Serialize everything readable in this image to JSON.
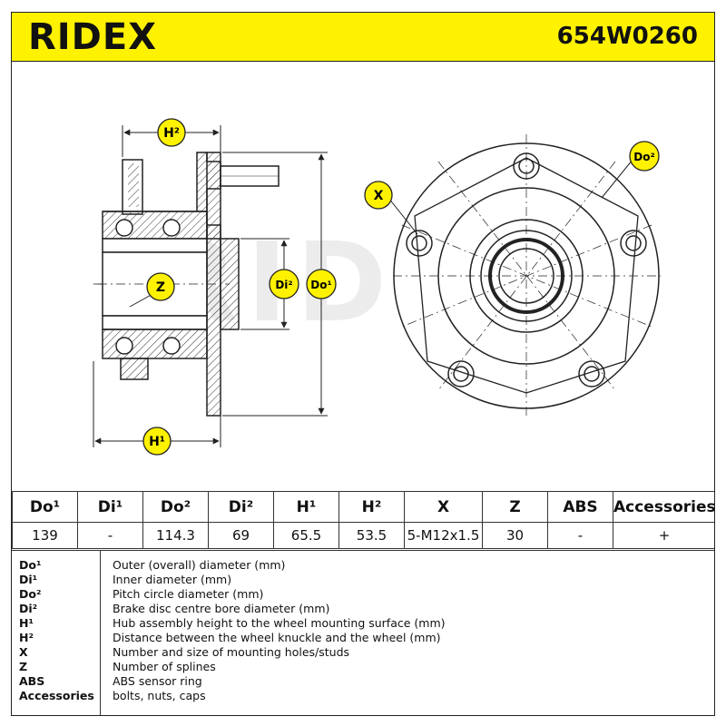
{
  "header": {
    "brand": "RIDEX",
    "part_number": "654W0260"
  },
  "drawing": {
    "watermark": "RIDEX",
    "labels": {
      "h2": "H²",
      "h1": "H¹",
      "di2": "Di²",
      "do1": "Do¹",
      "do2": "Do²",
      "x": "X",
      "z": "Z"
    }
  },
  "specs": {
    "headers": [
      "Do¹",
      "Di¹",
      "Do²",
      "Di²",
      "H¹",
      "H²",
      "X",
      "Z",
      "ABS",
      "Accessories"
    ],
    "values": [
      "139",
      "-",
      "114.3",
      "69",
      "65.5",
      "53.5",
      "5-M12x1.5",
      "30",
      "-",
      "+"
    ]
  },
  "legend": [
    {
      "code": "Do¹",
      "desc": "Outer (overall) diameter (mm)"
    },
    {
      "code": "Di¹",
      "desc": "Inner diameter (mm)"
    },
    {
      "code": "Do²",
      "desc": "Pitch circle diameter (mm)"
    },
    {
      "code": "Di²",
      "desc": "Brake disc centre bore diameter (mm)"
    },
    {
      "code": "H¹",
      "desc": "Hub assembly height to the wheel mounting surface (mm)"
    },
    {
      "code": "H²",
      "desc": "Distance between the wheel knuckle and the wheel (mm)"
    },
    {
      "code": "X",
      "desc": "Number and size of mounting holes/studs"
    },
    {
      "code": "Z",
      "desc": "Number of splines"
    },
    {
      "code": "ABS",
      "desc": "ABS sensor ring"
    },
    {
      "code": "Accessories",
      "desc": "bolts, nuts, caps"
    }
  ],
  "colors": {
    "accent": "#fff200",
    "line": "#222222",
    "watermark": "#e6e6e6"
  }
}
